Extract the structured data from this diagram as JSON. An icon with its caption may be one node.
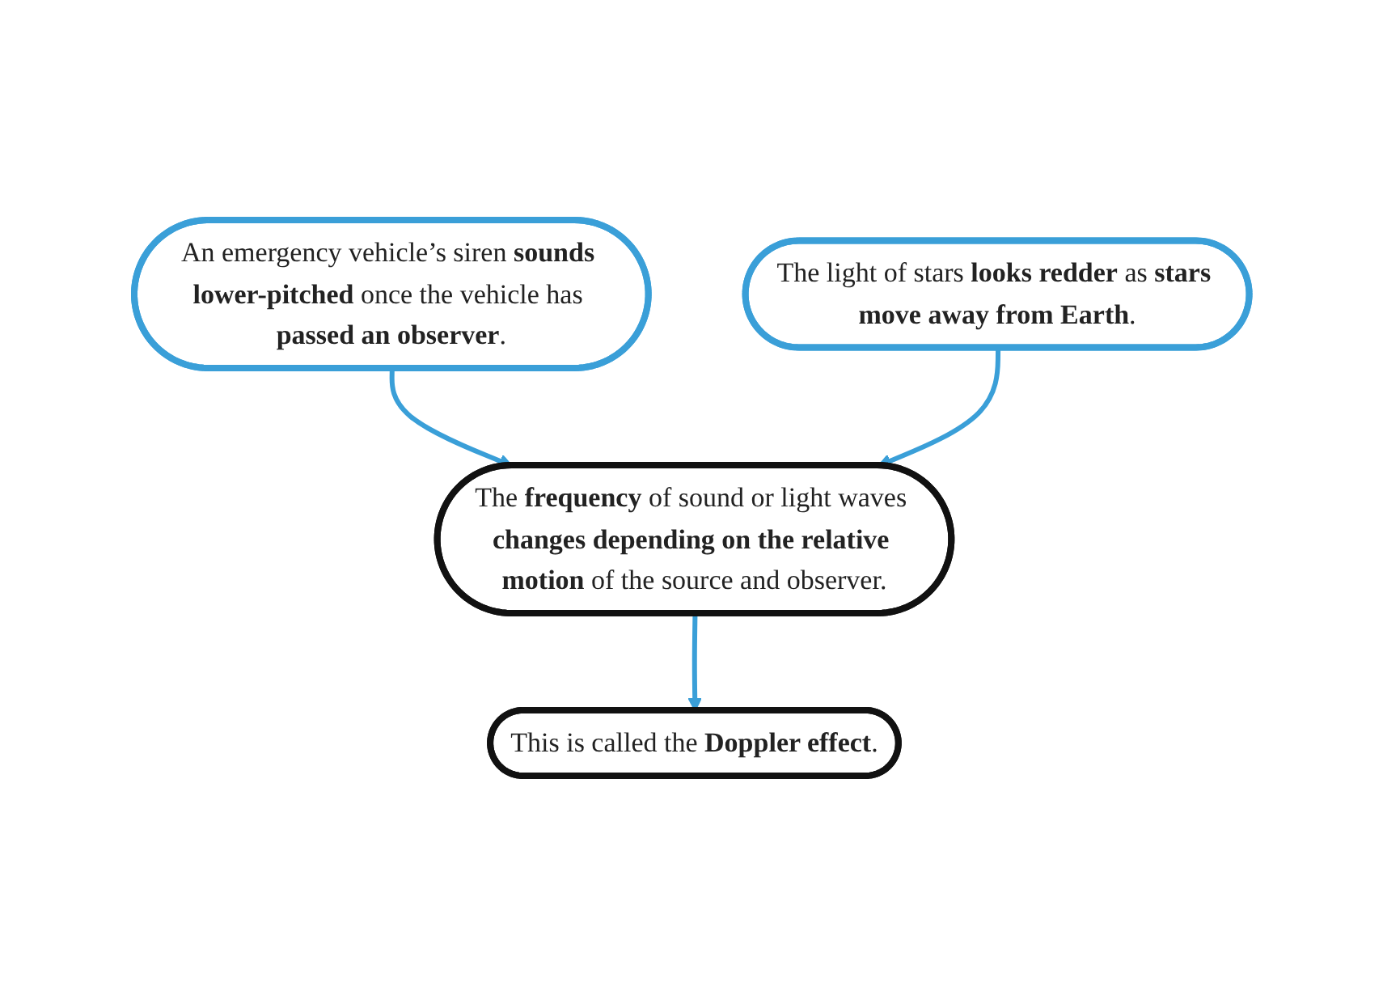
{
  "diagram": {
    "nodes": [
      {
        "text": [
          "An emergency vehicle’s siren **sounds lower-pitched** once the vehicle has **passed an observer**."
        ]
      },
      {
        "text": [
          "The light of stars **looks redder** as **stars move away from Earth**."
        ]
      },
      {
        "text": [
          "The **frequency** of sound or light waves **changes depending on the relative motion** of the source and observer."
        ]
      },
      {
        "text": [
          "This is called the **Doppler effect**."
        ]
      }
    ],
    "edges": [
      {
        "from": 0,
        "to": 2,
        "arrow": "to"
      },
      {
        "from": 1,
        "to": 2,
        "arrow": "to"
      },
      {
        "from": 2,
        "to": 3,
        "arrow": "to"
      }
    ]
  }
}
